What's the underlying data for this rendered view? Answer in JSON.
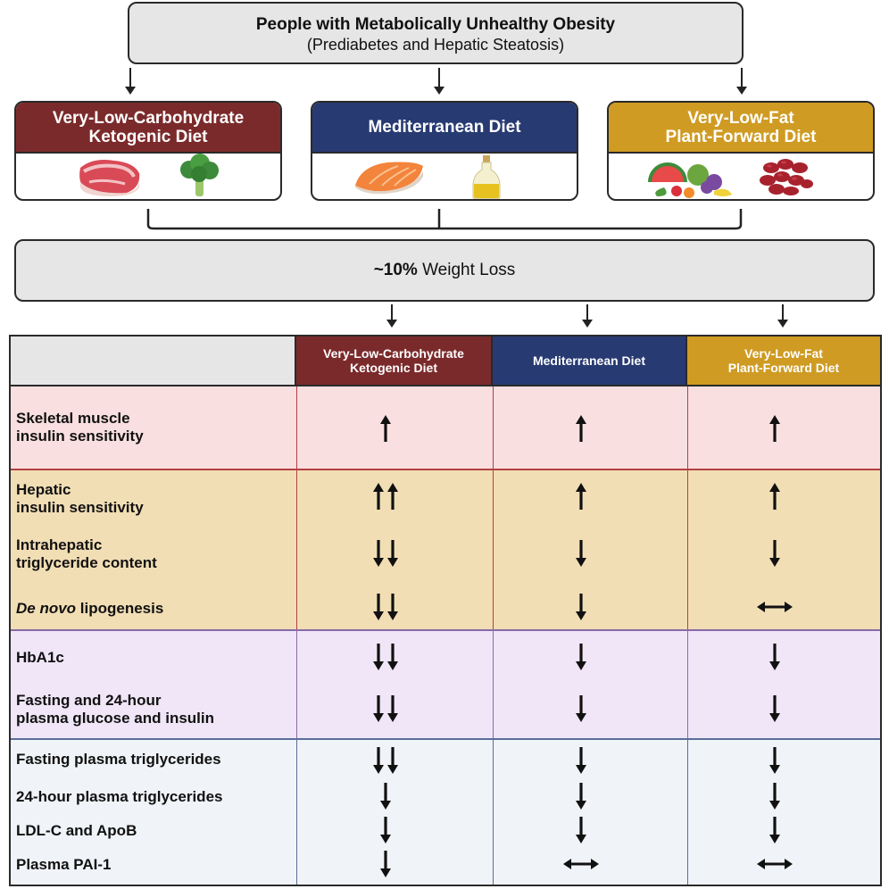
{
  "population": {
    "title": "People with Metabolically Unhealthy Obesity",
    "subtitle": "(Prediabetes and Hepatic Steatosis)"
  },
  "diets": [
    {
      "line1": "Very-Low-Carbohydrate",
      "line2": "Ketogenic Diet",
      "color": "#7b2a2b",
      "foods": [
        "steak-icon",
        "broccoli-icon"
      ]
    },
    {
      "line1": "Mediterranean Diet",
      "line2": "",
      "color": "#283a72",
      "foods": [
        "salmon-icon",
        "olive-oil-icon"
      ]
    },
    {
      "line1": "Very-Low-Fat",
      "line2": "Plant-Forward Diet",
      "color": "#cf9b22",
      "foods": [
        "fruits-vegetables-icon",
        "kidney-beans-icon"
      ]
    }
  ],
  "weight_loss": {
    "bold": "~10%",
    "rest": " Weight Loss"
  },
  "table": {
    "headers": [
      {
        "line1": "Very-Low-Carbohydrate",
        "line2": "Ketogenic Diet",
        "color": "#7b2a2b"
      },
      {
        "line1": "Mediterranean Diet",
        "line2": "",
        "color": "#283a72"
      },
      {
        "line1": "Very-Low-Fat",
        "line2": "Plant-Forward Diet",
        "color": "#cf9b22"
      }
    ],
    "header_blank_color": "#e6e6e6",
    "sections": [
      {
        "bg": "#f9dfe0",
        "border": "#b34044",
        "rows": [
          {
            "label1": "Skeletal muscle",
            "label2": "insulin sensitivity",
            "effects": [
              "up",
              "up",
              "up"
            ]
          }
        ]
      },
      {
        "bg": "#f2deb5",
        "border": "#b34044",
        "rows": [
          {
            "label1": "Hepatic",
            "label2": "insulin sensitivity",
            "effects": [
              "up2",
              "up",
              "up"
            ]
          },
          {
            "label1": "Intrahepatic",
            "label2": "triglyceride content",
            "effects": [
              "down2",
              "down",
              "down"
            ]
          },
          {
            "label_italic": "De novo",
            "label_rest": " lipogenesis",
            "effects": [
              "down2",
              "down",
              "neutral"
            ]
          }
        ]
      },
      {
        "bg": "#f0e6f7",
        "border": "#8a6aa8",
        "rows": [
          {
            "label1": "HbA1c",
            "label2": "",
            "effects": [
              "down2",
              "down",
              "down"
            ]
          },
          {
            "label1": "Fasting and 24-hour",
            "label2": "plasma glucose and insulin",
            "effects": [
              "down2",
              "down",
              "down"
            ]
          }
        ]
      },
      {
        "bg": "#f0f3f8",
        "border": "#5b6f98",
        "rows": [
          {
            "label1": "Fasting plasma triglycerides",
            "label2": "",
            "effects": [
              "down2",
              "down",
              "down"
            ]
          },
          {
            "label1": "24-hour plasma triglycerides",
            "label2": "",
            "effects": [
              "down",
              "down",
              "down"
            ]
          },
          {
            "label1": "LDL-C and ApoB",
            "label2": "",
            "effects": [
              "down",
              "down",
              "down"
            ]
          },
          {
            "label1": "Plasma PAI-1",
            "label2": "",
            "effects": [
              "down",
              "neutral",
              "neutral"
            ]
          }
        ]
      }
    ]
  }
}
